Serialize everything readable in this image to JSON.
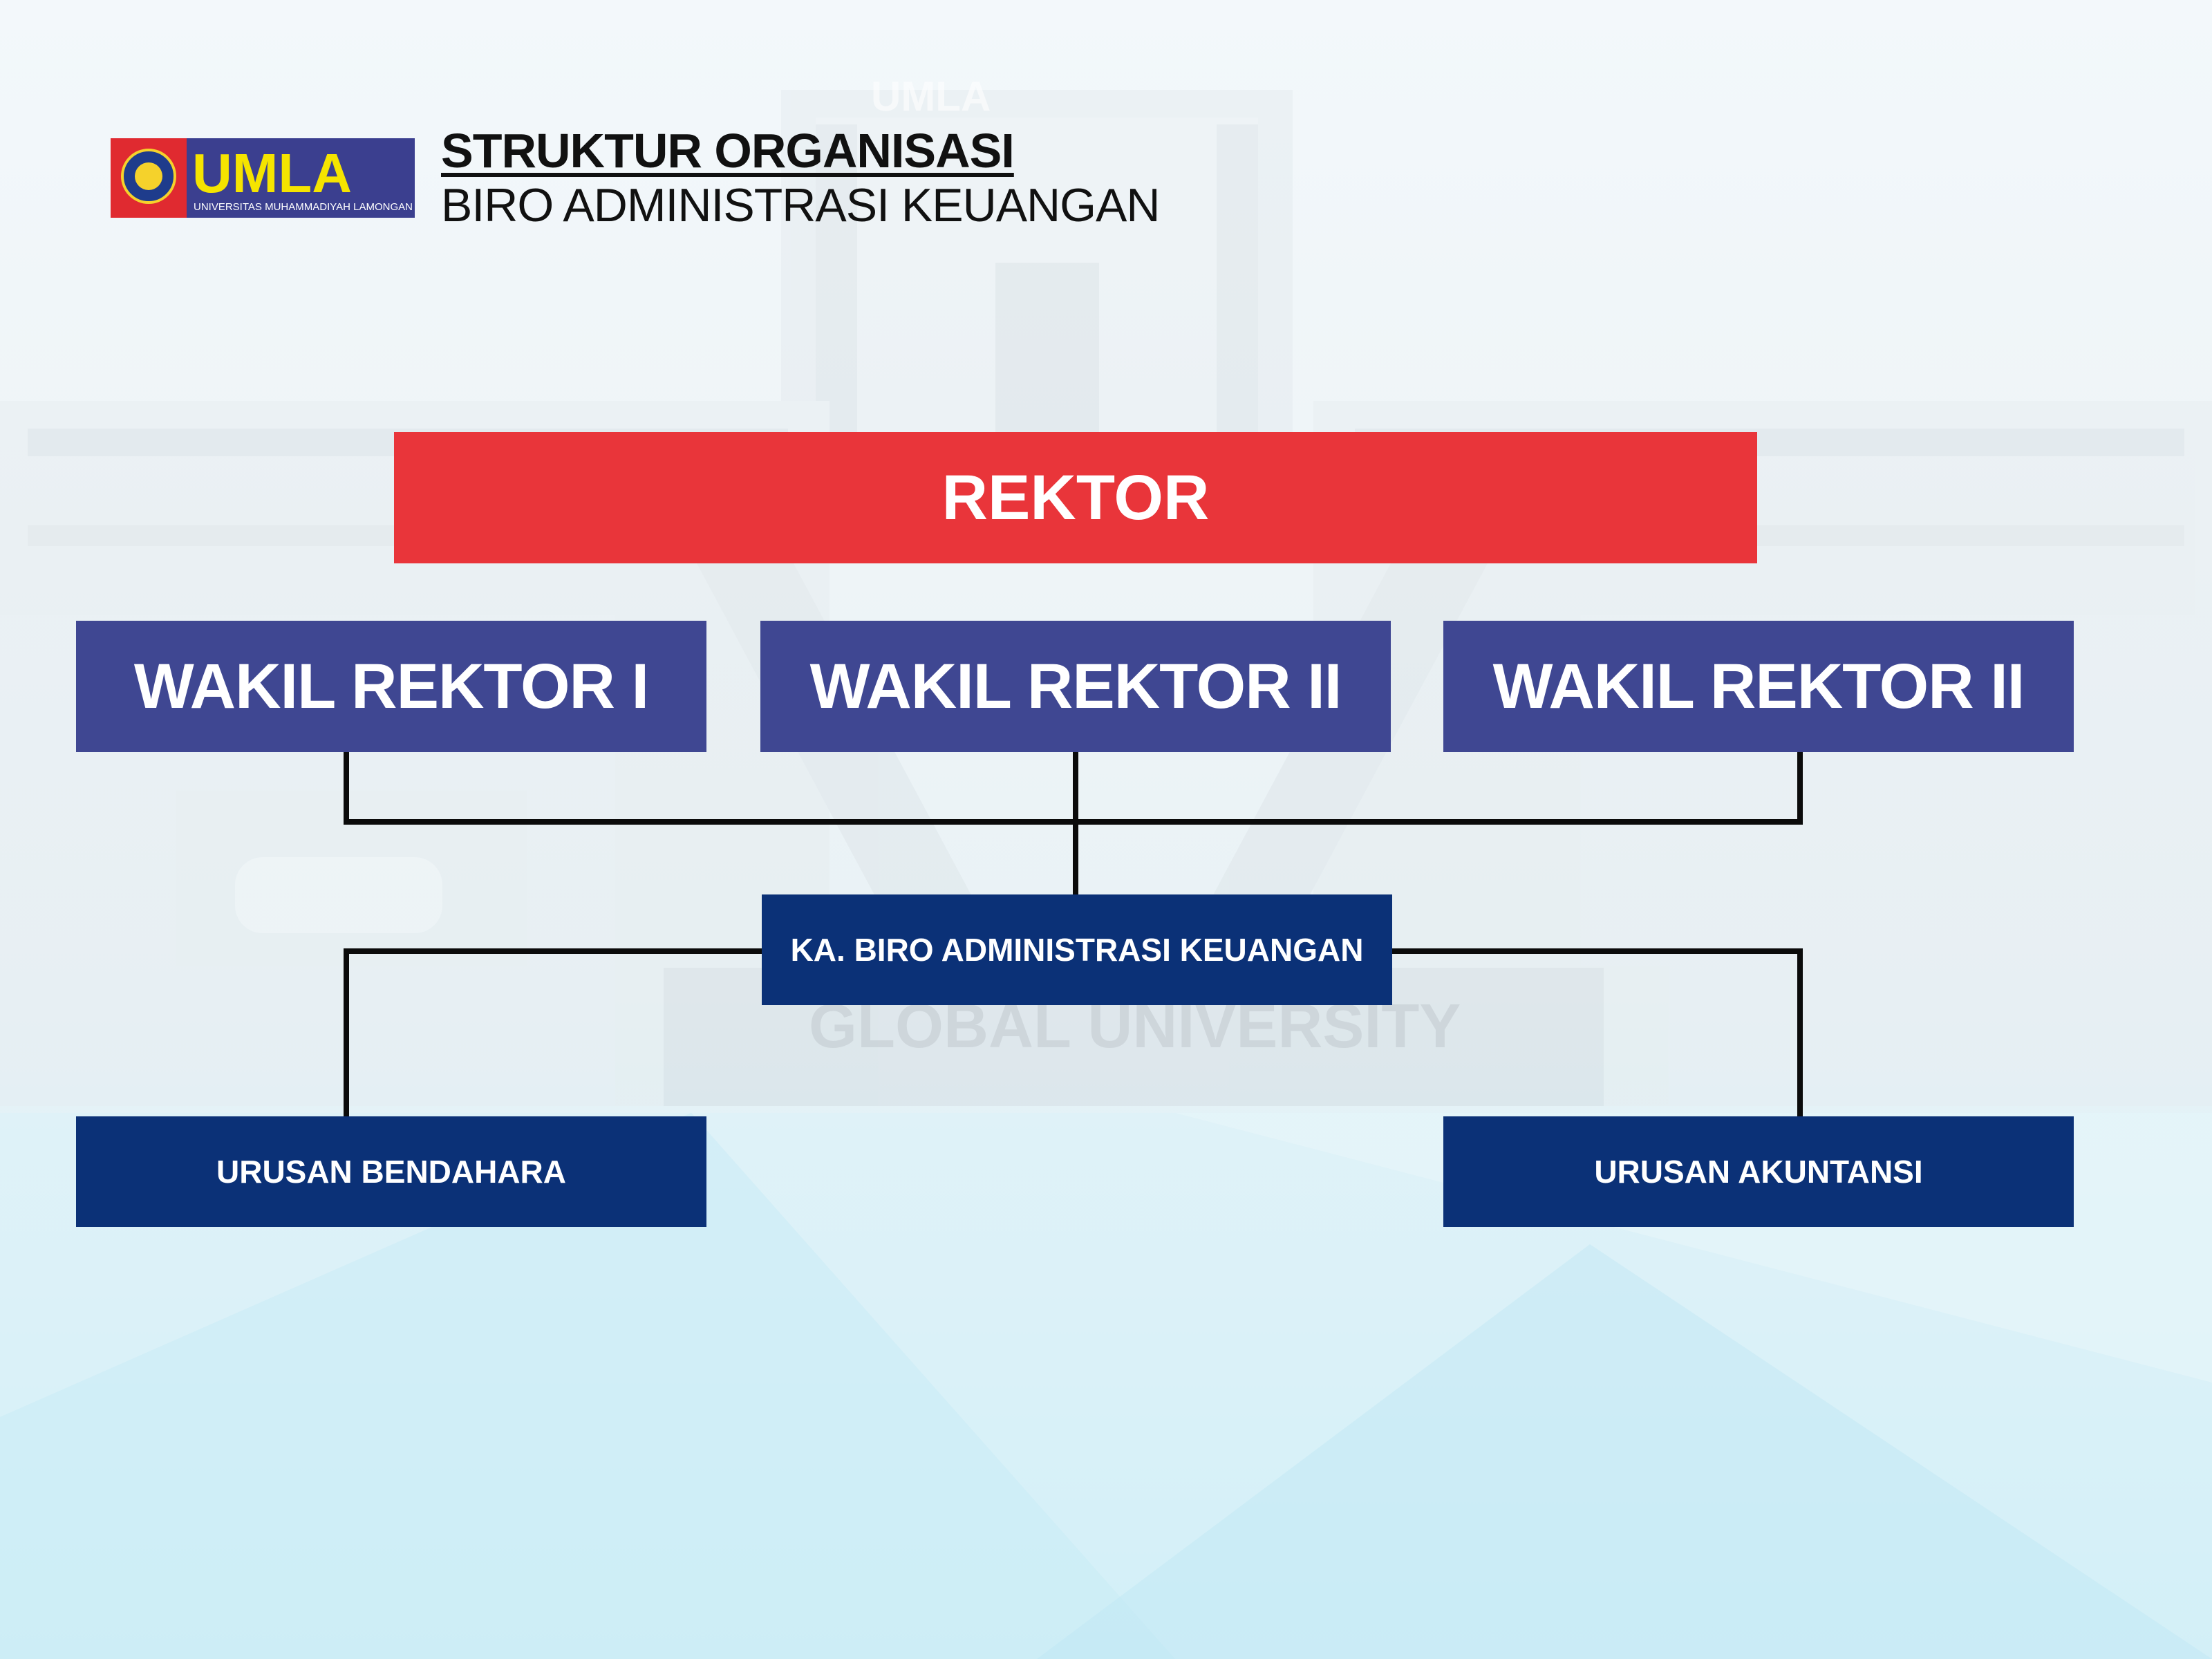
{
  "header": {
    "logo_text": "UMLA",
    "logo_subtitle": "UNIVERSITAS MUHAMMADIYAH LAMONGAN",
    "title": "STRUKTUR ORGANISASI",
    "subtitle": "BIRO ADMINISTRASI KEUANGAN"
  },
  "background": {
    "sign_text": "GLOBAL UNIVERSITY",
    "building_logo": "UMLA"
  },
  "org_chart": {
    "top": "REKTOR",
    "deputies": [
      "WAKIL REKTOR I",
      "WAKIL REKTOR II",
      "WAKIL REKTOR II"
    ],
    "head": "KA. BIRO ADMINISTRASI KEUANGAN",
    "units": [
      "URUSAN BENDAHARA",
      "URUSAN AKUNTANSI"
    ]
  },
  "colors": {
    "rektor": "#e9353a",
    "deputy": "#3f4792",
    "unit": "#0b3177",
    "connector": "#0b0b0b"
  }
}
